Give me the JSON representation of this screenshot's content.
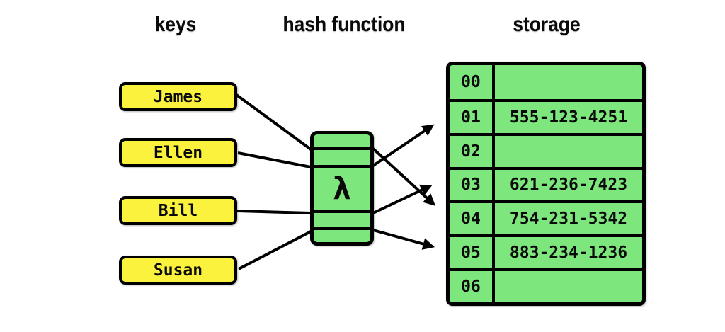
{
  "diagram": {
    "columns": {
      "keys_label": "keys",
      "hash_label": "hash function",
      "storage_label": "storage"
    },
    "keys": [
      "James",
      "Ellen",
      "Bill",
      "Susan"
    ],
    "hash_symbol": "λ",
    "storage_rows": [
      {
        "index": "00",
        "value": ""
      },
      {
        "index": "01",
        "value": "555-123-4251"
      },
      {
        "index": "02",
        "value": ""
      },
      {
        "index": "03",
        "value": "621-236-7423"
      },
      {
        "index": "04",
        "value": "754-231-5342"
      },
      {
        "index": "05",
        "value": "883-234-1236"
      },
      {
        "index": "06",
        "value": ""
      }
    ],
    "colors": {
      "key_fill": "#faf23c",
      "green_fill": "#7de67d",
      "line": "#000000",
      "background": "#ffffff"
    }
  }
}
